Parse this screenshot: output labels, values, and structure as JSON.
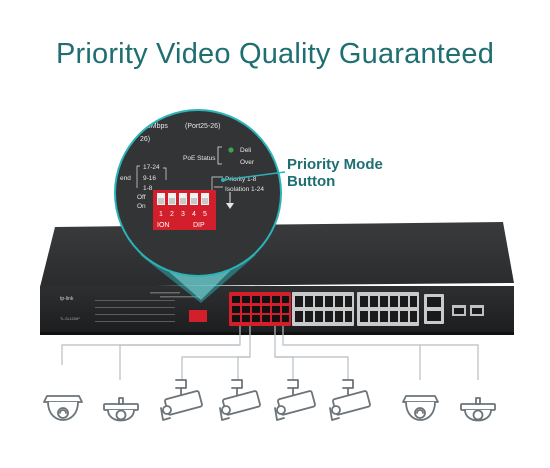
{
  "headline": "Priority Video Quality Guaranteed",
  "callout": {
    "line1": "Priority Mode",
    "line2": "Button"
  },
  "zoom_panel": {
    "speed_text": "00Mbps",
    "port_text": "(Port25-26)",
    "sub_text": "26)",
    "poe_status_label": "PoE Status",
    "deliver_text": "Deli",
    "over_text": "Over",
    "range_1": "17-24",
    "range_2": "9-16",
    "range_3": "1-8",
    "left_text": "end",
    "off_label": "Off",
    "on_label": "On",
    "priority_text": "Priority 1-8",
    "isolation_text": "Isolation 1-24",
    "dip_numbers": [
      "1",
      "2",
      "3",
      "4",
      "5"
    ],
    "dip_on": "ION",
    "dip_label": "DIP"
  },
  "device": {
    "brand": "tp-link",
    "model": "TL-SL1226P"
  },
  "cameras": [
    {
      "icon": "dome-camera-icon"
    },
    {
      "icon": "dome-camera-icon"
    },
    {
      "icon": "bullet-camera-icon"
    },
    {
      "icon": "bullet-camera-icon"
    },
    {
      "icon": "bullet-camera-icon"
    },
    {
      "icon": "bullet-camera-icon"
    },
    {
      "icon": "dome-camera-icon"
    },
    {
      "icon": "dome-camera-icon"
    }
  ],
  "colors": {
    "accent": "#1f6e72",
    "callout_teal": "#2bb3b8",
    "switch_body": "#2b2c2e",
    "port_red": "#d21f2b"
  }
}
